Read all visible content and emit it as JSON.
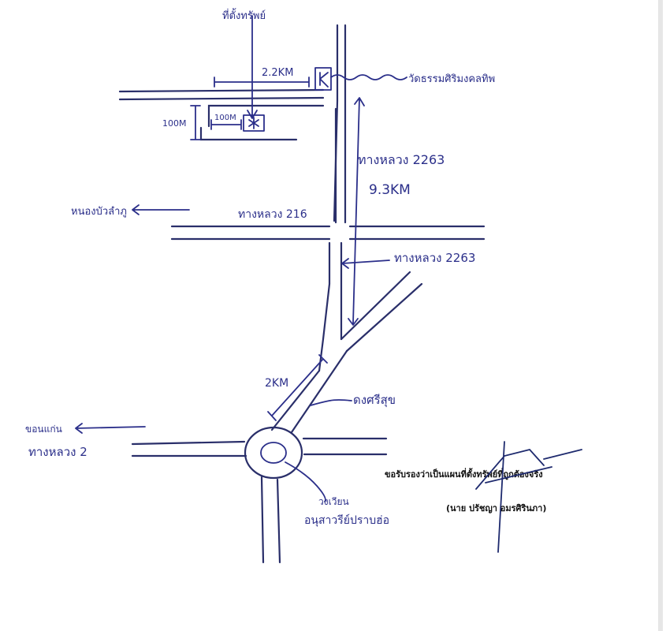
{
  "top_label": "ที่ตั้งทรัพย์",
  "dist_top": "2.2KM",
  "temple": "วัดธรรมศิริมงคลทิพ",
  "dist_100_h": "100M",
  "dist_100_v": "100M",
  "hwy2263_upper": "ทางหลวง 2263",
  "dist_9km": "9.3KM",
  "to_nongbua": "หนองบัวลำภู",
  "hwy216": "ทางหลวง 216",
  "hwy2263_lower": "ทางหลวง 2263",
  "dist_2km": "2KM",
  "to_srisuk": "ดงศรีสุข",
  "to_khonkaen": "ขอนแก่น",
  "hwy2": "ทางหลวง 2",
  "roundabout_l1": "วงเวียน",
  "roundabout_l2": "อนุสาวรีย์ปราบฮ่อ",
  "certify": "ขอรับรองว่าเป็นแผนที่ตั้งทรัพย์ที่ถูกต้องจริง",
  "signer": "(นาย ปรัชญา อมรศิรินภา)",
  "colors": {
    "road": "#2a2f6a",
    "ink": "#2b2f8a",
    "print": "#111111"
  }
}
